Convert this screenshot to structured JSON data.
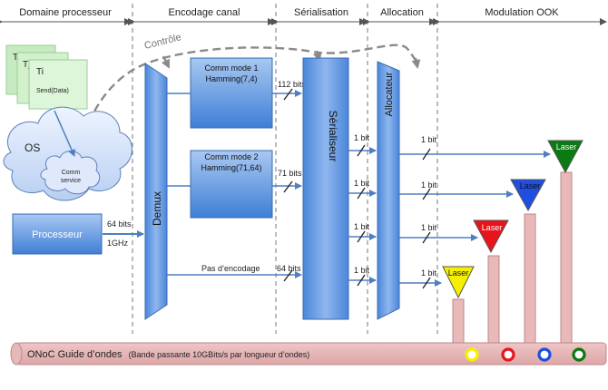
{
  "sections": [
    {
      "label": "Domaine processeur"
    },
    {
      "label": "Encodage canal"
    },
    {
      "label": "Sérialisation"
    },
    {
      "label": "Allocation"
    },
    {
      "label": "Modulation OOK"
    }
  ],
  "control_label": "Contrôle",
  "tasks": {
    "back1": "T",
    "back2": "Tj",
    "front": "Ti",
    "sub": "Send(Data)"
  },
  "os_label": "OS",
  "comm_service": {
    "line1": "Comm",
    "line2": "service"
  },
  "processor_label": "Processeur",
  "demux_label": "Demux",
  "bus": {
    "in_bits": "64 bits",
    "freq": "1GHz"
  },
  "encoders": [
    {
      "line1": "Comm mode 1",
      "line2": "Hamming(7,4)",
      "bits": "112 bits"
    },
    {
      "line1": "Comm mode 2",
      "line2": "Hamming(71,64)",
      "bits": "71 bits"
    }
  ],
  "no_encoding": {
    "label": "Pas d’encodage",
    "bits": "64 bits"
  },
  "serializer_label": "Sérialiseur",
  "allocator_label": "Allocateur",
  "one_bit": "1 bit",
  "laser_label": "Laser",
  "lasers": [
    {
      "color": "#f5f000"
    },
    {
      "color": "#e8141c"
    },
    {
      "color": "#1f4fe0"
    },
    {
      "color": "#0b7a12"
    }
  ],
  "waveguide": {
    "title": "ONoC Guide d’ondes",
    "subtitle": "(Bande passante 10GBits/s par longueur d’ondes)"
  }
}
